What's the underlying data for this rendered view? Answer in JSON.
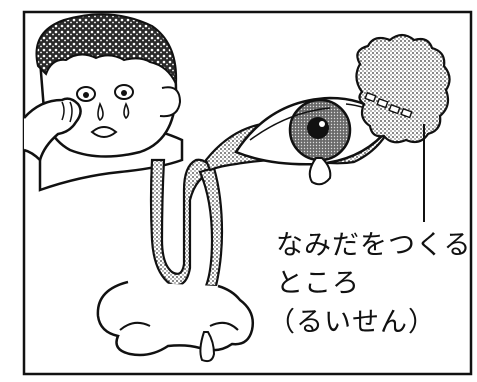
{
  "label": {
    "line1": "なみだをつくる",
    "line2": "ところ",
    "line3": "（るいせん）"
  },
  "colors": {
    "ink": "#111111",
    "paper": "#ffffff",
    "stipple": "#9a9a9a"
  }
}
